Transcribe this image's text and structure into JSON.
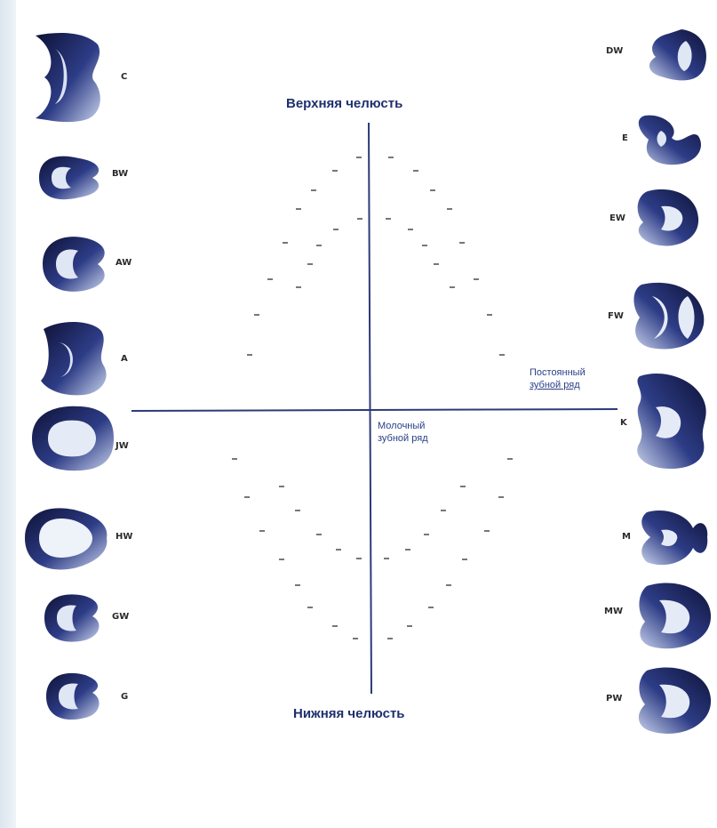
{
  "titles": {
    "upper": "Верхняя челюсть",
    "lower": "Нижняя челюсть"
  },
  "notes": {
    "permanent": [
      "Постоянный",
      "зубной ряд"
    ],
    "primary": [
      "Молочный",
      "зубной ряд"
    ]
  },
  "left_forms": [
    "C",
    "BW",
    "AW",
    "A",
    "JW",
    "HW",
    "GW",
    "G"
  ],
  "right_forms": [
    "DW",
    "E",
    "EW",
    "FW",
    "K",
    "M",
    "MW",
    "PW"
  ],
  "colors": {
    "axis": "#2e3a78",
    "title": "#1e2f6e",
    "note": "#2a3f86",
    "shape_dark": "#14193f",
    "shape_light": "#c9d4ea"
  }
}
